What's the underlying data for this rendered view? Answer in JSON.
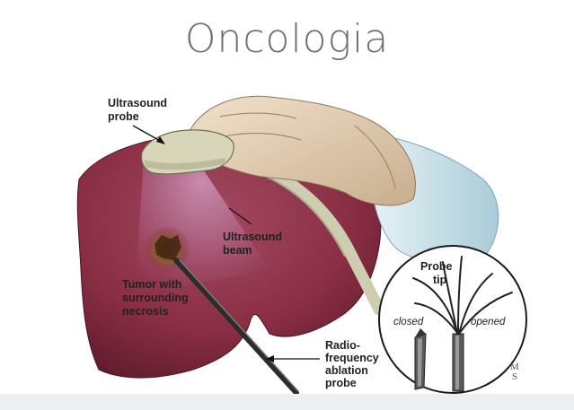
{
  "header": {
    "title": "Oncologia"
  },
  "diagram": {
    "labels": {
      "probe": [
        "Ultrasound",
        "probe"
      ],
      "beam": [
        "Ultrasound",
        "beam"
      ],
      "tumor": [
        "Tumor with",
        "surrounding",
        "necrosis"
      ],
      "ablation": [
        "Radio-",
        "frequency",
        "ablation",
        "probe"
      ],
      "probe_tip": [
        "Probe",
        "tip"
      ],
      "closed": "closed",
      "opened": "opened"
    },
    "colors": {
      "liver": "#8a2e44",
      "glove": "#e6d2b8",
      "sleeve": "#cfe4ec",
      "probe": "#d8d6b8"
    }
  }
}
